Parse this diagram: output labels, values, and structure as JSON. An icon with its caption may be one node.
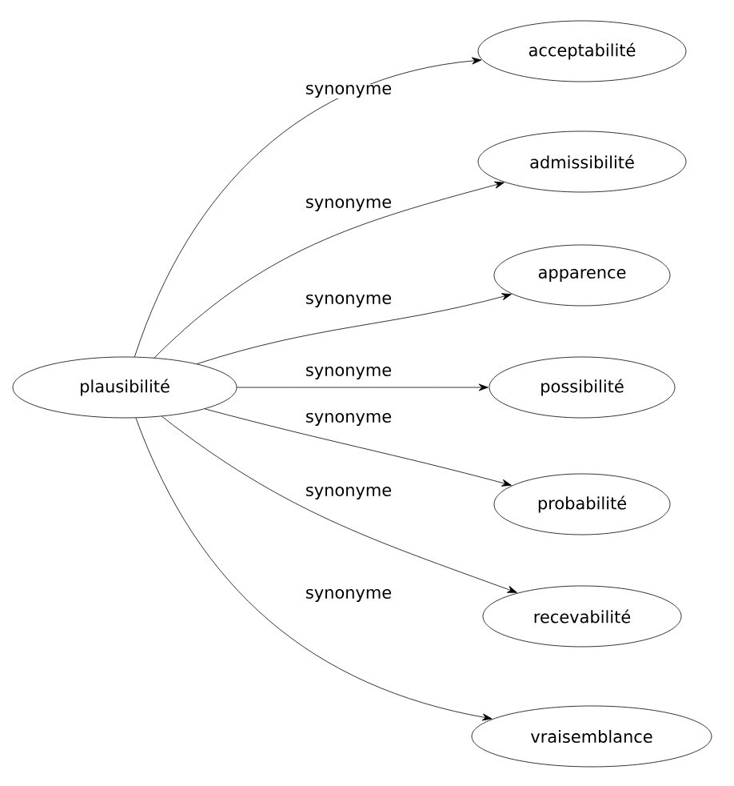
{
  "diagram": {
    "nodes": [
      {
        "text": [
          "plausibilité"
        ]
      },
      {
        "text": [
          "acceptabilité"
        ]
      },
      {
        "text": [
          "admissibilité"
        ]
      },
      {
        "text": [
          "apparence"
        ]
      },
      {
        "text": [
          "possibilité"
        ]
      },
      {
        "text": [
          "probabilité"
        ]
      },
      {
        "text": [
          "recevabilité"
        ]
      },
      {
        "text": [
          "vraisemblance"
        ]
      }
    ],
    "edges": [
      {
        "from": 0,
        "to": 1,
        "arrow": "to",
        "label": "synonyme"
      },
      {
        "from": 0,
        "to": 2,
        "arrow": "to",
        "label": "synonyme"
      },
      {
        "from": 0,
        "to": 3,
        "arrow": "to",
        "label": "synonyme"
      },
      {
        "from": 0,
        "to": 4,
        "arrow": "to",
        "label": "synonyme"
      },
      {
        "from": 0,
        "to": 5,
        "arrow": "to",
        "label": "synonyme"
      },
      {
        "from": 0,
        "to": 6,
        "arrow": "to",
        "label": "synonyme"
      },
      {
        "from": 0,
        "to": 7,
        "arrow": "to",
        "label": "synonyme"
      }
    ]
  }
}
